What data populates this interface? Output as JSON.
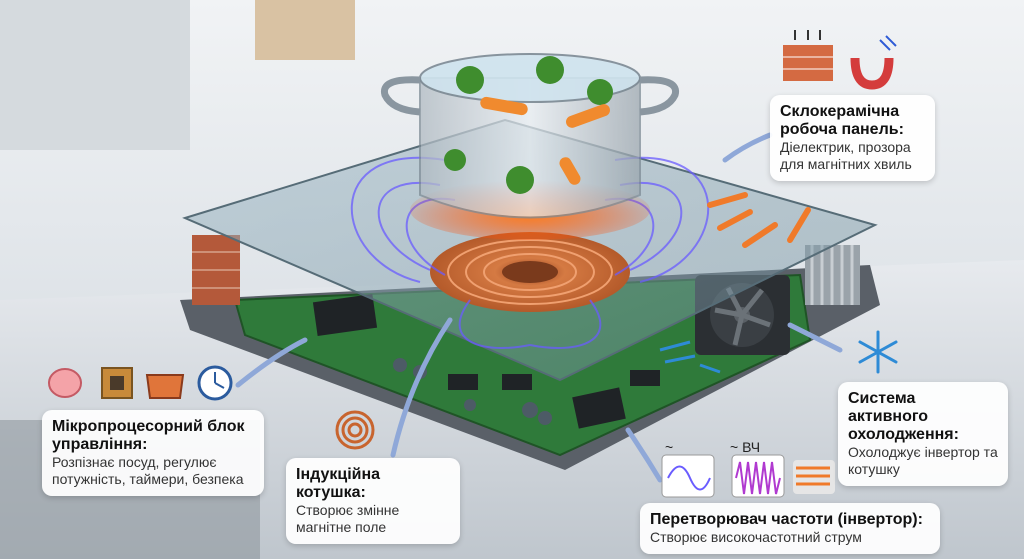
{
  "labels": {
    "panel": {
      "title": "Склокерамічна робоча панель:",
      "desc": "Діелектрик, прозора для магнітних хвиль"
    },
    "cooling": {
      "title": "Система активного охолодження:",
      "desc": "Охолоджує інвертор та котушку"
    },
    "micro": {
      "title": "Мікропроцесорний блок управління:",
      "desc": "Розпізнає посуд, регулює потужність, таймери, безпека"
    },
    "coil": {
      "title": "Індукційна котушка:",
      "desc": "Створює змінне магнітне поле"
    },
    "inverter": {
      "title": "Перетворювач частоти (інвертор):",
      "desc": "Створює високочастотний струм"
    }
  },
  "inverter_icons": {
    "low": "~",
    "high": "~ ВЧ"
  },
  "icons": {
    "micro": [
      "brain-icon",
      "chip-icon",
      "pot-icon",
      "timer-icon"
    ],
    "panel": [
      "brick-heat-icon",
      "magnet-icon"
    ],
    "cooling": [
      "snowflake-icon"
    ]
  },
  "colors": {
    "pcb": "#2f7a3a",
    "coil": "#c8642e",
    "field": "#6a5cff",
    "heat": "#f07a2a",
    "arrow": "#8fa8d8"
  }
}
